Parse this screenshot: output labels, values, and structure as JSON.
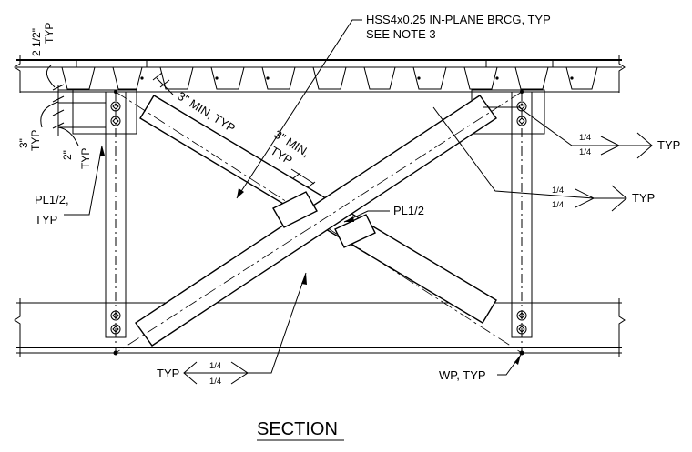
{
  "title": "SECTION",
  "callouts": {
    "hss_line1": "HSS4x0.25 IN-PLANE BRCG, TYP",
    "hss_line2": "SEE NOTE 3",
    "min3_a": "3\" MIN, TYP",
    "min3_b_line1": "3\" MIN,",
    "min3_b_line2": "TYP",
    "pl_left_line1": "PL1/2,",
    "pl_left_line2": "TYP",
    "pl_center": "PL1/2",
    "wp": "WP, TYP"
  },
  "dimensions": {
    "top": "2 1/2\"",
    "top_typ": "TYP",
    "mid": "3\"",
    "mid_typ": "TYP",
    "low": "2\"",
    "low_typ": "TYP"
  },
  "welds": {
    "upper_right": {
      "top": "1/4",
      "bottom": "1/4",
      "label": "TYP"
    },
    "mid_right": {
      "top": "1/4",
      "bottom": "1/4",
      "label": "TYP"
    },
    "bottom_left": {
      "top": "1/4",
      "bottom": "1/4",
      "label": "TYP"
    }
  }
}
